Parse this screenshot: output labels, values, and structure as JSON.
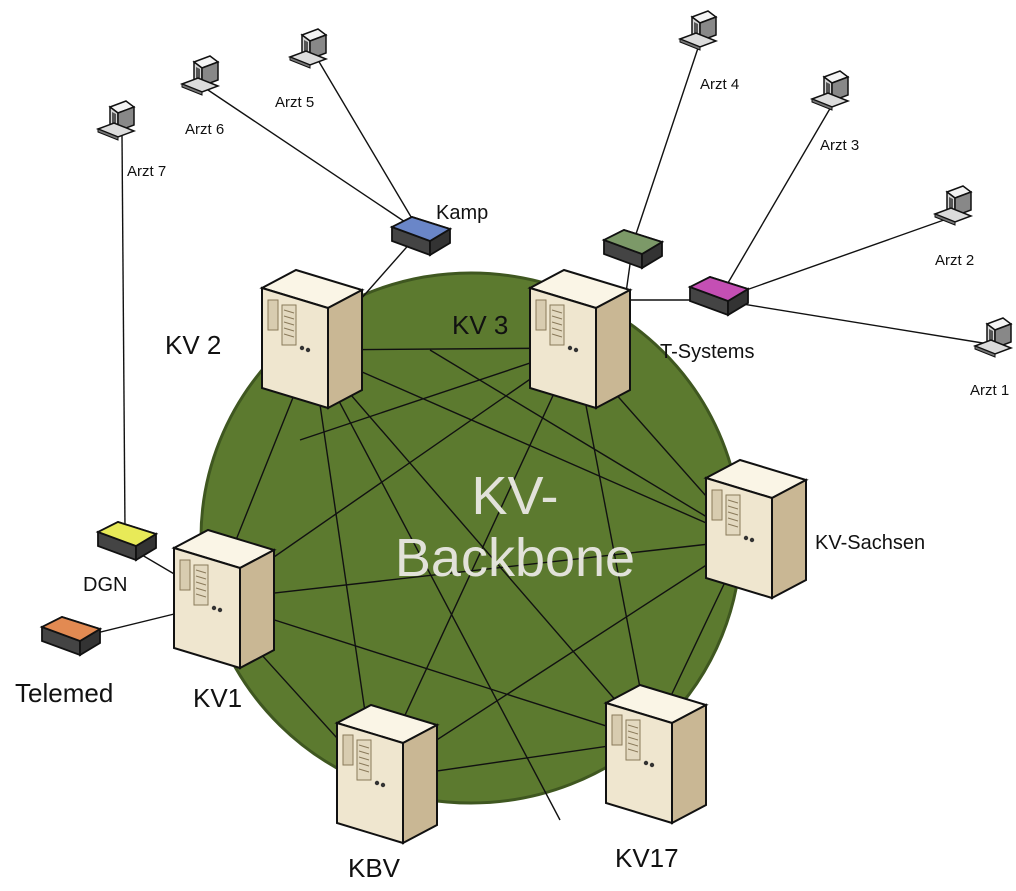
{
  "diagram": {
    "center_label": [
      "KV-",
      "Backbone"
    ],
    "servers": {
      "kv2": "KV 2",
      "kv3": "KV 3",
      "kv_sachsen": "KV-Sachsen",
      "kv1": "KV1",
      "kbv": "KBV",
      "kv17": "KV17"
    },
    "routers": {
      "kamp": "Kamp",
      "t_systems": "T-Systems",
      "dgn": "DGN",
      "telemed": "Telemed"
    },
    "computers": {
      "arzt1": "Arzt 1",
      "arzt2": "Arzt 2",
      "arzt3": "Arzt 3",
      "arzt4": "Arzt 4",
      "arzt5": "Arzt 5",
      "arzt6": "Arzt 6",
      "arzt7": "Arzt 7"
    },
    "colors": {
      "backbone": "#5c7a2f",
      "backbone_edge": "#3f5720",
      "server": "#efe6cf",
      "kamp_router": "#6a86c8",
      "t_systems_router": "#c44fb4",
      "arzt4_router": "#7c9968",
      "dgn_router": "#e8ea58",
      "telemed_router": "#e28a52"
    }
  }
}
